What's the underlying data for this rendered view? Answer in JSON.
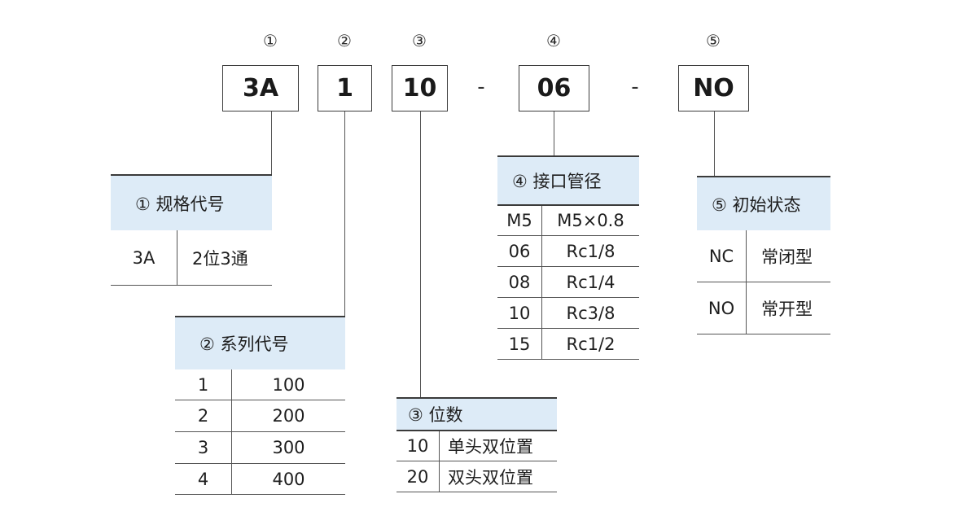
{
  "markers": [
    "①",
    "②",
    "③",
    "④",
    "⑤"
  ],
  "code": {
    "seg1": "3A",
    "seg2": "1",
    "seg3": "10",
    "sep": "-",
    "seg4": "06",
    "seg5": "NO"
  },
  "spec_table": {
    "title": "① 规格代号",
    "rows": [
      {
        "k": "3A",
        "v": "2位3通"
      }
    ]
  },
  "series_table": {
    "title": "② 系列代号",
    "rows": [
      {
        "k": "1",
        "v": "100"
      },
      {
        "k": "2",
        "v": "200"
      },
      {
        "k": "3",
        "v": "300"
      },
      {
        "k": "4",
        "v": "400"
      }
    ]
  },
  "position_table": {
    "title": "③ 位数",
    "rows": [
      {
        "k": "10",
        "v": "单头双位置"
      },
      {
        "k": "20",
        "v": "双头双位置"
      }
    ]
  },
  "port_table": {
    "title": "④ 接口管径",
    "rows": [
      {
        "k": "M5",
        "v": "M5×0.8"
      },
      {
        "k": "06",
        "v": "Rc1/8"
      },
      {
        "k": "08",
        "v": "Rc1/4"
      },
      {
        "k": "10",
        "v": "Rc3/8"
      },
      {
        "k": "15",
        "v": "Rc1/2"
      }
    ]
  },
  "state_table": {
    "title": "⑤ 初始状态",
    "rows": [
      {
        "k": "NC",
        "v": "常闭型"
      },
      {
        "k": "NO",
        "v": "常开型"
      }
    ]
  }
}
